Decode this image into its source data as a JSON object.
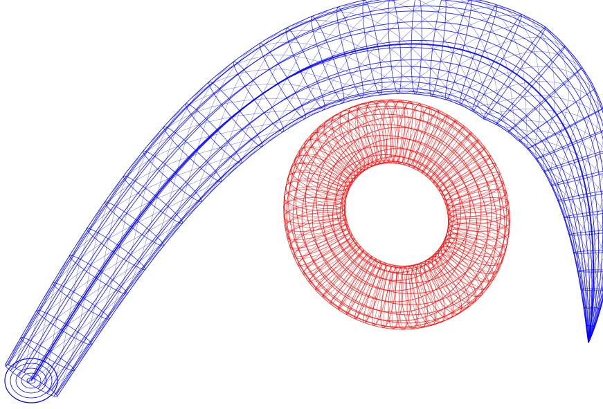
{
  "scene": {
    "background_color": "#ffffff",
    "objects": [
      {
        "name": "blue-tube",
        "color": "#0000ff",
        "style": "wireframe",
        "shape": "tube tapering to a point, with a rounded start cap"
      },
      {
        "name": "red-torus",
        "color": "#ff0000",
        "style": "wireframe",
        "shape": "torus ring"
      }
    ]
  }
}
